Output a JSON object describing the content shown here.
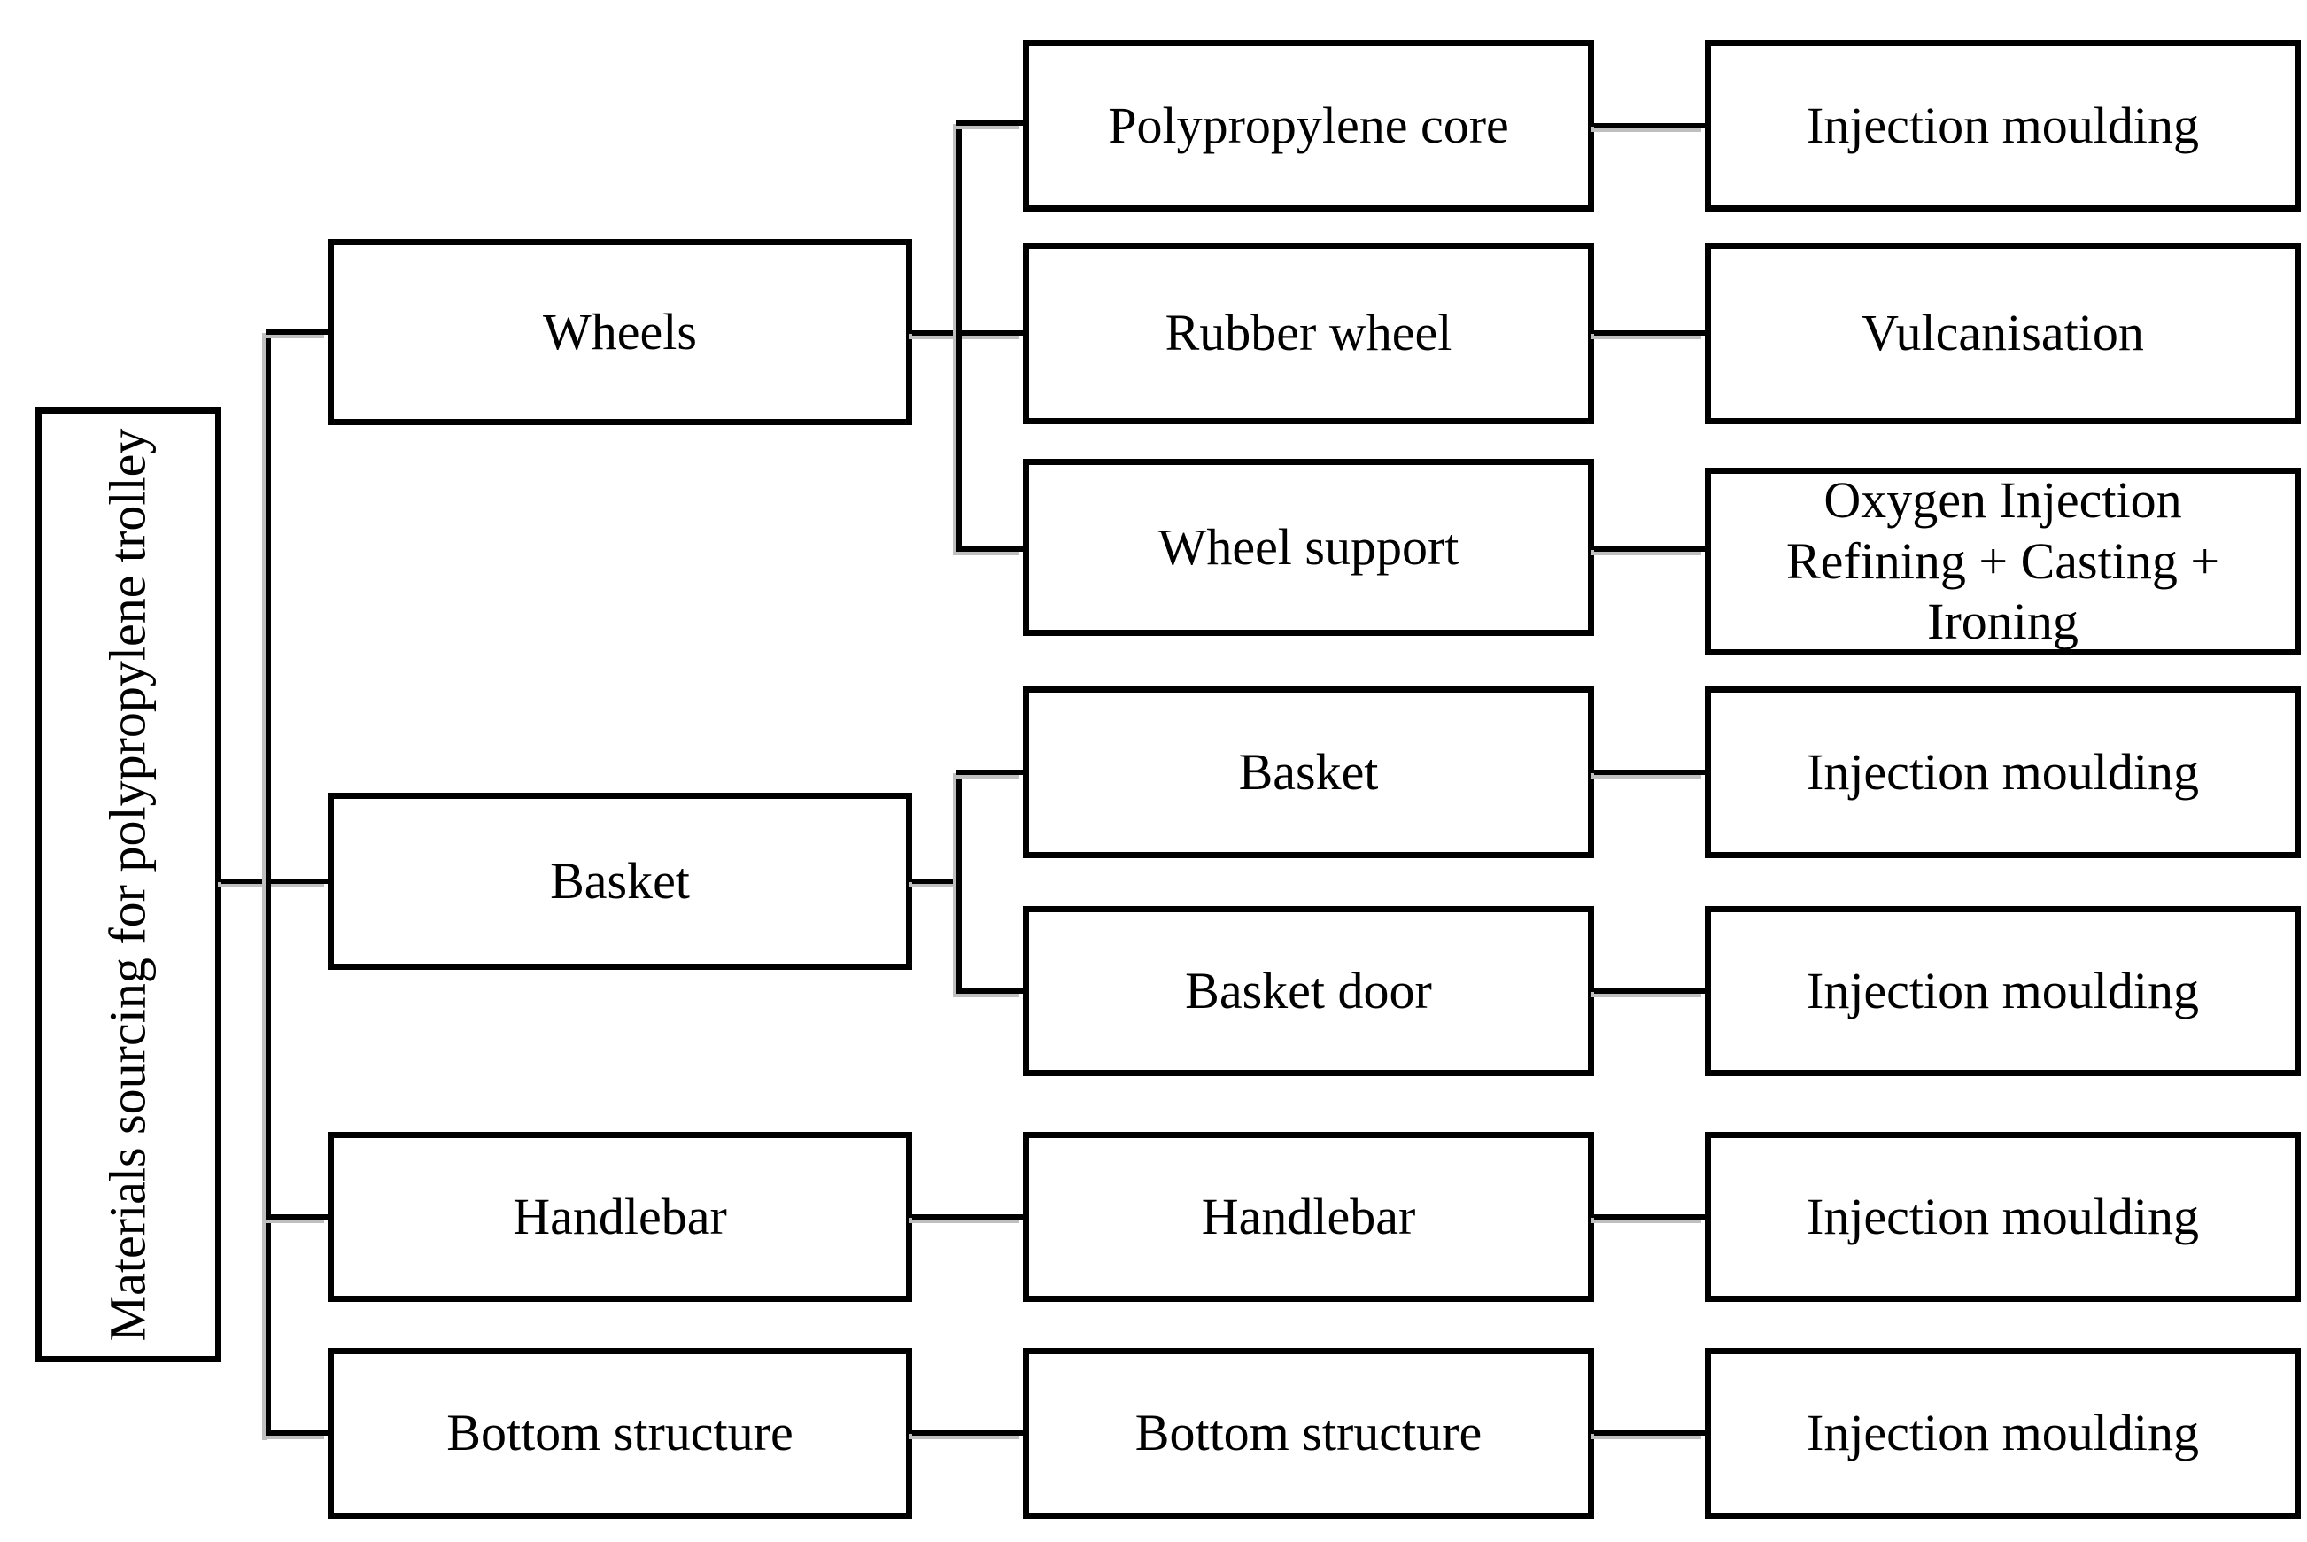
{
  "figure": {
    "root": {
      "label": "Materials sourcing for polypropylene trolley"
    },
    "groups": [
      {
        "label": "Wheels",
        "components": [
          {
            "part": "Polypropylene core",
            "process": "Injection moulding"
          },
          {
            "part": "Rubber wheel",
            "process": "Vulcanisation"
          },
          {
            "part": "Wheel support",
            "process": "Oxygen Injection Refining + Casting + Ironing"
          }
        ]
      },
      {
        "label": "Basket",
        "components": [
          {
            "part": "Basket",
            "process": "Injection moulding"
          },
          {
            "part": "Basket door",
            "process": "Injection moulding"
          }
        ]
      },
      {
        "label": "Handlebar",
        "components": [
          {
            "part": "Handlebar",
            "process": "Injection moulding"
          }
        ]
      },
      {
        "label": "Bottom structure",
        "components": [
          {
            "part": "Bottom structure",
            "process": "Injection moulding"
          }
        ]
      }
    ],
    "colors": {
      "box_border": "#000000",
      "box_fill": "#ffffff",
      "line": "#000000",
      "line_shadow": "#bfbfbf",
      "text": "#000000",
      "background": "#ffffff"
    }
  }
}
